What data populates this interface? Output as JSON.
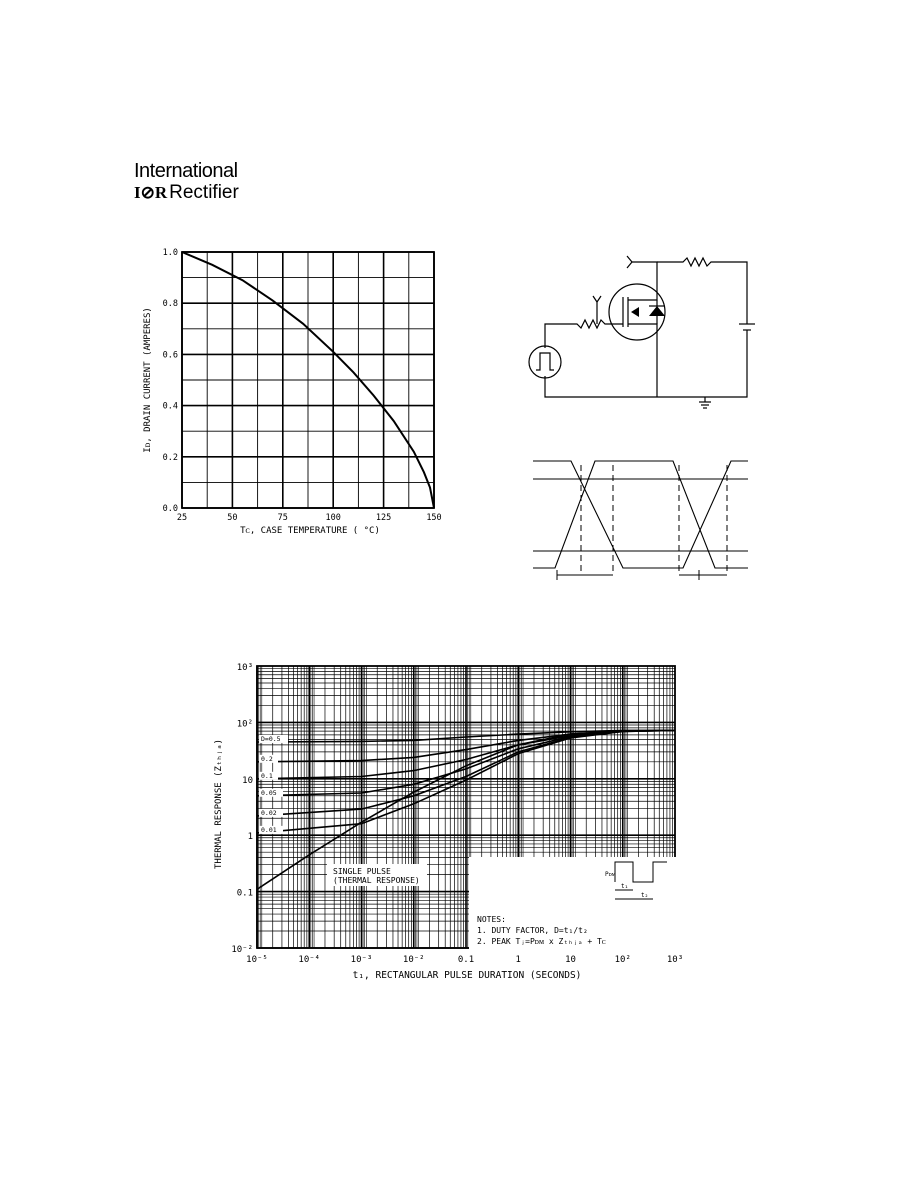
{
  "header": {
    "logo_line1": "International",
    "logo_mark": "I⊘R",
    "logo_line2": "Rectifier"
  },
  "chart_data": [
    {
      "type": "line",
      "title": "",
      "xlabel": "Tᴄ, CASE TEMPERATURE ( °C)",
      "ylabel": "Iᴅ, DRAIN CURRENT (AMPERES)",
      "xlim": [
        25,
        150
      ],
      "ylim": [
        0.0,
        1.0
      ],
      "xticks": [
        25,
        50,
        75,
        100,
        125,
        150
      ],
      "yticks": [
        0.0,
        0.2,
        0.4,
        0.6,
        0.8,
        1.0
      ],
      "xtick_labels": [
        "25",
        "50",
        "75",
        "100",
        "125",
        "150"
      ],
      "ytick_labels": [
        "0.0",
        "0.2",
        "0.4",
        "0.6",
        "0.8",
        "1.0"
      ],
      "grid": true,
      "series": [
        {
          "x": [
            25,
            40,
            55,
            70,
            85,
            100,
            110,
            120,
            130,
            140,
            145,
            148,
            150
          ],
          "y": [
            1.0,
            0.95,
            0.89,
            0.81,
            0.72,
            0.61,
            0.53,
            0.44,
            0.34,
            0.22,
            0.14,
            0.08,
            0.0
          ]
        }
      ]
    },
    {
      "type": "line",
      "title": "",
      "xlabel": "t₁, RECTANGULAR PULSE DURATION (SECONDS)",
      "ylabel": "THERMAL RESPONSE (Zₜₕⱼₐ)",
      "xscale": "log",
      "yscale": "log",
      "xlim": [
        1e-05,
        1000
      ],
      "ylim": [
        0.01,
        1000
      ],
      "xtick_labels": [
        "10⁻⁵",
        "10⁻⁴",
        "10⁻³",
        "10⁻²",
        "0.1",
        "1",
        "10",
        "10²",
        "10³"
      ],
      "ytick_labels": [
        "10⁻²",
        "0.1",
        "1",
        "10",
        "10²",
        "10³"
      ],
      "grid": true,
      "series_labels": [
        "D=0.5",
        "0.2",
        "0.1",
        "0.05",
        "0.02",
        "0.01"
      ],
      "series": [
        {
          "name": "D=0.5",
          "x": [
            1e-05,
            0.001,
            0.01,
            0.1,
            1,
            10,
            100,
            1000
          ],
          "y": [
            45,
            46,
            48,
            55,
            62,
            68,
            72,
            72
          ]
        },
        {
          "name": "0.2",
          "x": [
            1e-05,
            0.001,
            0.01,
            0.1,
            1,
            10,
            100,
            1000
          ],
          "y": [
            20,
            21,
            24,
            33,
            48,
            62,
            70,
            72
          ]
        },
        {
          "name": "0.1",
          "x": [
            1e-05,
            0.001,
            0.01,
            0.1,
            1,
            10,
            100,
            1000
          ],
          "y": [
            10,
            11,
            14,
            22,
            40,
            58,
            70,
            72
          ]
        },
        {
          "name": "0.05",
          "x": [
            1e-05,
            0.001,
            0.01,
            0.1,
            1,
            10,
            100,
            1000
          ],
          "y": [
            5,
            5.6,
            8,
            15,
            34,
            56,
            70,
            72
          ]
        },
        {
          "name": "0.02",
          "x": [
            1e-05,
            0.001,
            0.01,
            0.1,
            1,
            10,
            100,
            1000
          ],
          "y": [
            2.2,
            2.9,
            5,
            11,
            30,
            54,
            69,
            72
          ]
        },
        {
          "name": "0.01",
          "x": [
            1e-05,
            0.001,
            0.01,
            0.1,
            1,
            10,
            100,
            1000
          ],
          "y": [
            1.1,
            1.6,
            3.6,
            9.5,
            28,
            53,
            69,
            72
          ]
        },
        {
          "name": "SINGLE PULSE",
          "x": [
            1e-05,
            0.0001,
            0.001,
            0.01,
            0.1,
            1,
            10,
            100,
            1000
          ],
          "y": [
            0.11,
            0.45,
            1.7,
            5.8,
            17,
            40,
            62,
            71,
            72
          ]
        }
      ],
      "annotations": {
        "single_pulse_1": "SINGLE PULSE",
        "single_pulse_2": "(THERMAL RESPONSE)",
        "notes_title": "NOTES:",
        "note1": "1. DUTY FACTOR, D=t₁/t₂",
        "note2": "2. PEAK Tⱼ=Pᴅᴍ x Zₜₕⱼₐ + Tᴄ",
        "inset_pdm": "Pᴅᴍ",
        "inset_t1": "t₁",
        "inset_t2": "t₂"
      }
    }
  ]
}
